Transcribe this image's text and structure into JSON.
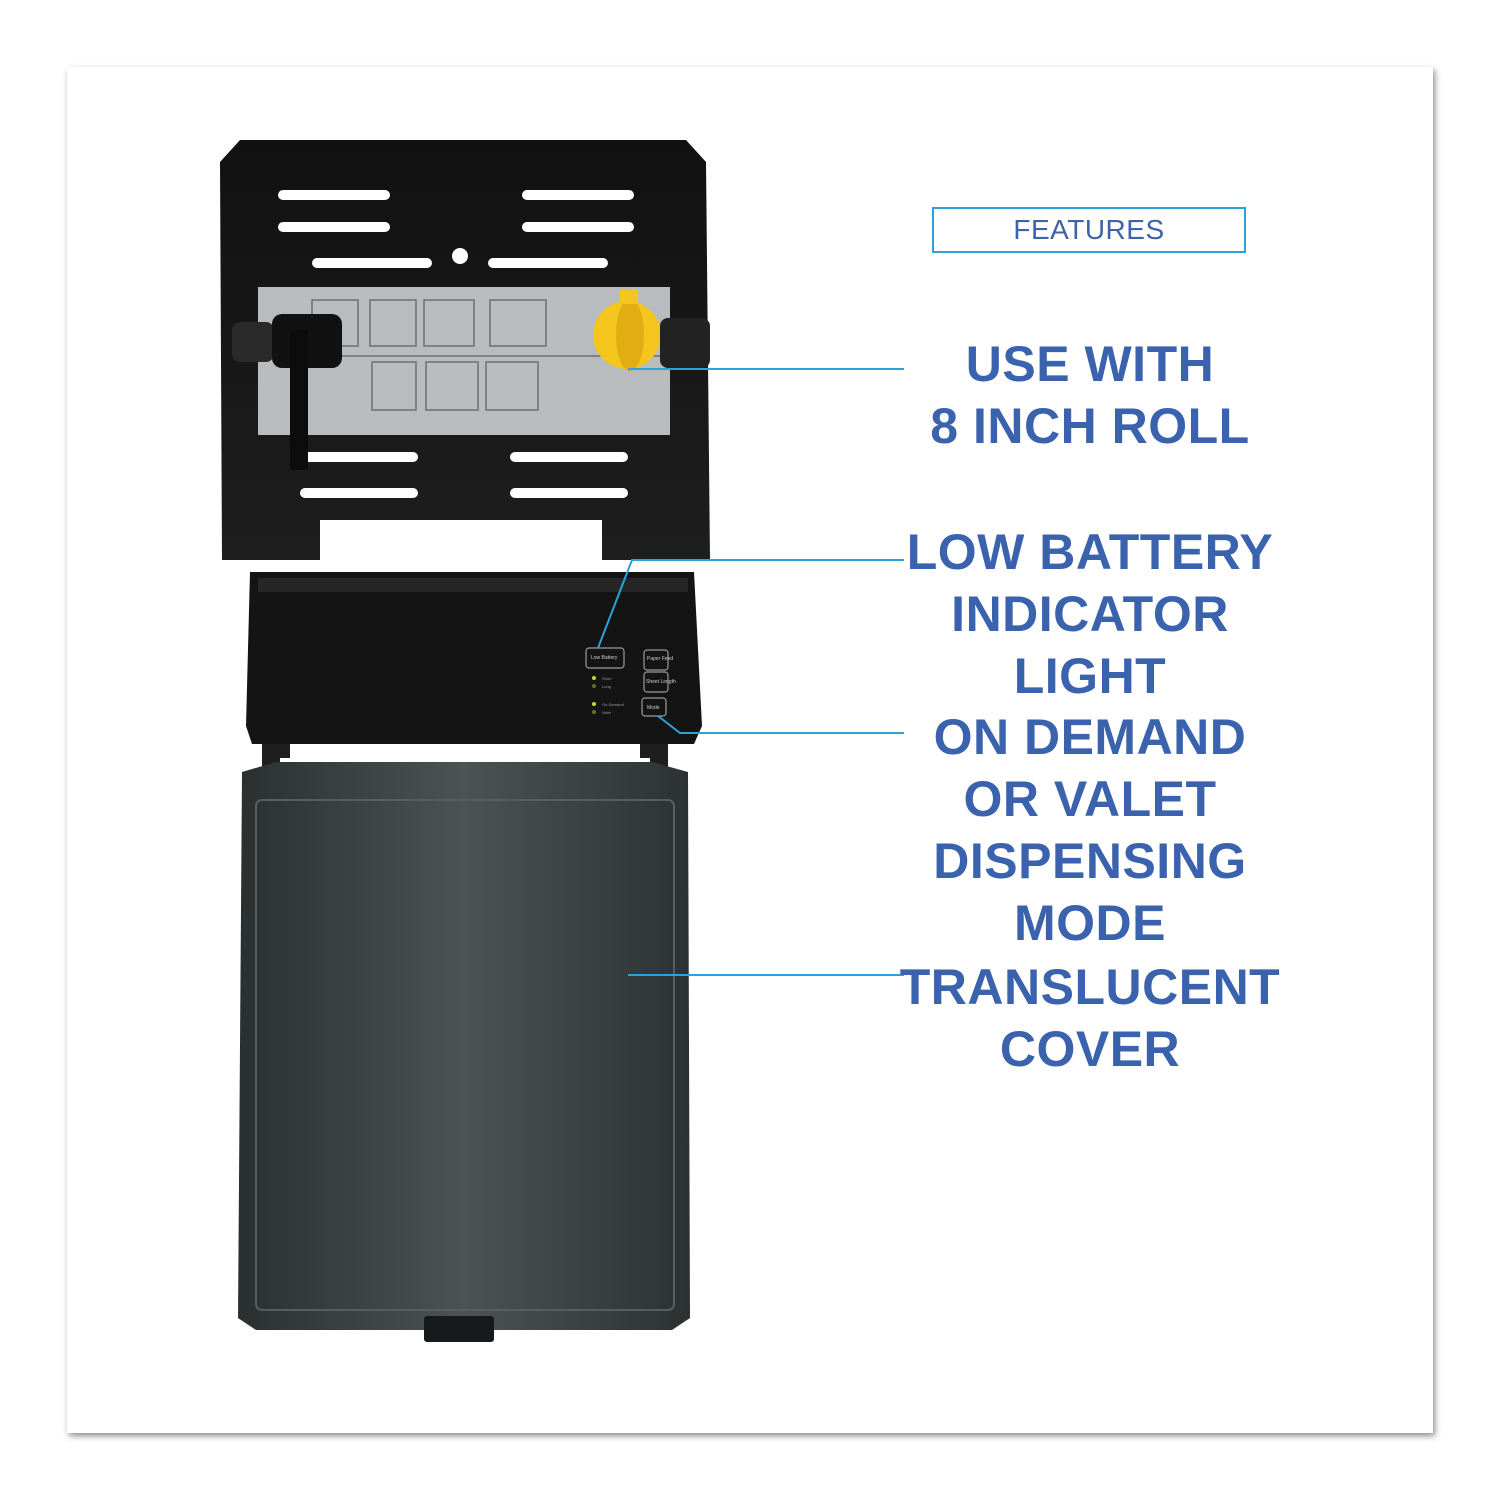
{
  "heading": "FEATURES",
  "features": [
    {
      "line1": "USE WITH",
      "line2": "8 INCH ROLL",
      "line3": ""
    },
    {
      "line1": "LOW BATTERY",
      "line2": "INDICATOR LIGHT",
      "line3": ""
    },
    {
      "line1": "ON DEMAND",
      "line2": "OR VALET",
      "line3": "DISPENSING MODE"
    },
    {
      "line1": "TRANSLUCENT",
      "line2": "COVER",
      "line3": ""
    }
  ],
  "panel": {
    "low_battery": "Low Battery",
    "paper_feed": "Paper Feed",
    "sheet_length": "Sheet Length",
    "short": "Short",
    "long": "Long",
    "mode": "Mode",
    "on_demand": "On-Demand",
    "valet": "Valet"
  },
  "colors": {
    "heading_text": "#3f63a6",
    "heading_border": "#2aa3dc",
    "feature_text": "#3a62ad",
    "leader_line": "#2aa3dc",
    "dispenser_body": "#1b1b1b",
    "cover": "#3a4342",
    "roll_hub": "#f4c51c"
  },
  "icons": [
    "roll-hub-icon",
    "low-battery-led-icon"
  ]
}
